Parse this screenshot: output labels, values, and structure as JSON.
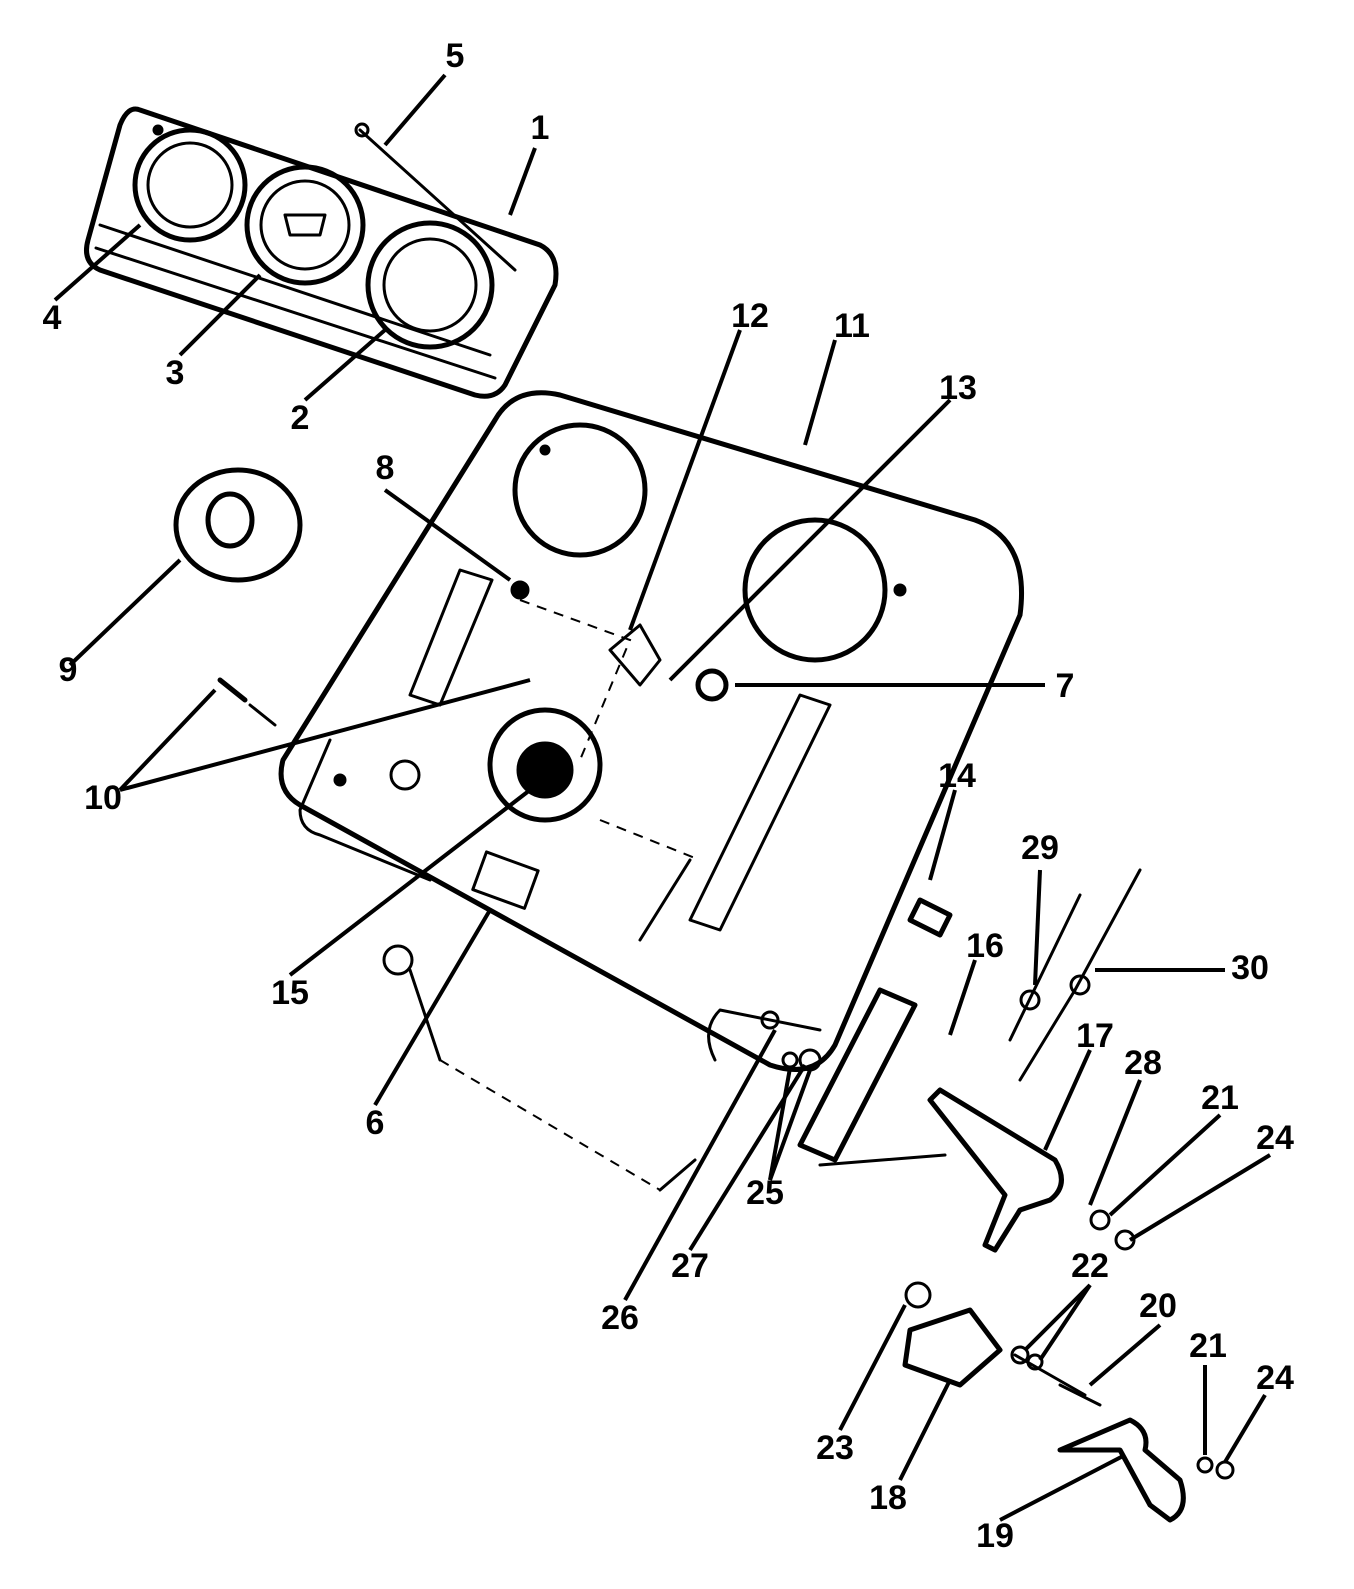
{
  "callouts": [
    {
      "id": "c1",
      "label": "1"
    },
    {
      "id": "c2",
      "label": "2"
    },
    {
      "id": "c3",
      "label": "3"
    },
    {
      "id": "c4",
      "label": "4"
    },
    {
      "id": "c5",
      "label": "5"
    },
    {
      "id": "c6",
      "label": "6"
    },
    {
      "id": "c7",
      "label": "7"
    },
    {
      "id": "c8",
      "label": "8"
    },
    {
      "id": "c9",
      "label": "9"
    },
    {
      "id": "c10",
      "label": "10"
    },
    {
      "id": "c11",
      "label": "11"
    },
    {
      "id": "c12",
      "label": "12"
    },
    {
      "id": "c13",
      "label": "13"
    },
    {
      "id": "c14",
      "label": "14"
    },
    {
      "id": "c15",
      "label": "15"
    },
    {
      "id": "c16",
      "label": "16"
    },
    {
      "id": "c17",
      "label": "17"
    },
    {
      "id": "c18",
      "label": "18"
    },
    {
      "id": "c19",
      "label": "19"
    },
    {
      "id": "c20",
      "label": "20"
    },
    {
      "id": "c21a",
      "label": "21"
    },
    {
      "id": "c21b",
      "label": "21"
    },
    {
      "id": "c22",
      "label": "22"
    },
    {
      "id": "c23",
      "label": "23"
    },
    {
      "id": "c24a",
      "label": "24"
    },
    {
      "id": "c24b",
      "label": "24"
    },
    {
      "id": "c25",
      "label": "25"
    },
    {
      "id": "c26",
      "label": "26"
    },
    {
      "id": "c27",
      "label": "27"
    },
    {
      "id": "c28",
      "label": "28"
    },
    {
      "id": "c29",
      "label": "29"
    },
    {
      "id": "c30",
      "label": "30"
    }
  ]
}
